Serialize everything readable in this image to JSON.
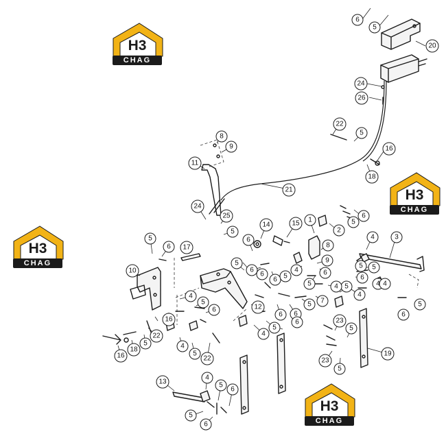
{
  "logo": {
    "mark": "H3",
    "word": "CHAG",
    "colors": {
      "roof": "#f2b316",
      "dark": "#1b1b1b"
    }
  },
  "callouts": {
    "c_6_top": "6",
    "c_5_top": "5",
    "c_20": "20",
    "c_24_top": "24",
    "c_26": "26",
    "c_22_top": "22",
    "c_5_cable": "5",
    "c_16_top": "16",
    "c_18_top": "18",
    "c_8_top": "8",
    "c_9_top": "9",
    "c_11": "11",
    "c_21": "21",
    "c_24_mid": "24",
    "c_25": "25",
    "c_5_mid": "5",
    "c_14": "14",
    "c_15": "15",
    "c_1": "1",
    "c_2": "2",
    "c_5_r1": "5",
    "c_6_r1": "6",
    "c_6_m1": "6",
    "c_5_m1": "5",
    "c_8_m": "8",
    "c_9_m": "9",
    "c_4_r1": "4",
    "c_3": "3",
    "c_5_r2": "5",
    "c_6_r2": "6",
    "c_4_r2": "4",
    "c_5_l1": "5",
    "c_6_l1": "6",
    "c_17": "17",
    "c_10": "10",
    "c_6_c1": "6",
    "c_6_c2": "6",
    "c_5_c1": "5",
    "c_4_c1": "4",
    "c_5_c2": "5",
    "c_6_c3": "6",
    "c_4_c2": "4",
    "c_5_c3": "5",
    "c_7": "7",
    "c_12": "12",
    "c_6_c4": "6",
    "c_5_c4": "5",
    "c_4_l1": "4",
    "c_5_l2": "5",
    "c_6_l2": "6",
    "c_16_l": "16",
    "c_22_l1": "22",
    "c_5_l3": "5",
    "c_18_l": "18",
    "c_16_b": "16",
    "c_4_l2": "4",
    "c_5_l4": "5",
    "c_22_l2": "22",
    "c_4_b": "4",
    "c_5_b1": "5",
    "c_6_b1": "6",
    "c_5_b2": "5",
    "c_6_b2": "6",
    "c_4_c3": "4",
    "c_5_c5": "5",
    "c_6_c5": "6",
    "c_4_r3": "4",
    "c_5_r3": "5",
    "c_6_r3": "6",
    "c_23_a": "23",
    "c_5_r4": "5",
    "c_19": "19",
    "c_23_b": "23",
    "c_5_r5": "5",
    "c_13": "13",
    "c_4_bl": "4",
    "c_5_bl1": "5",
    "c_6_bl1": "6",
    "c_5_bl2": "5",
    "c_6_bl2": "6"
  }
}
